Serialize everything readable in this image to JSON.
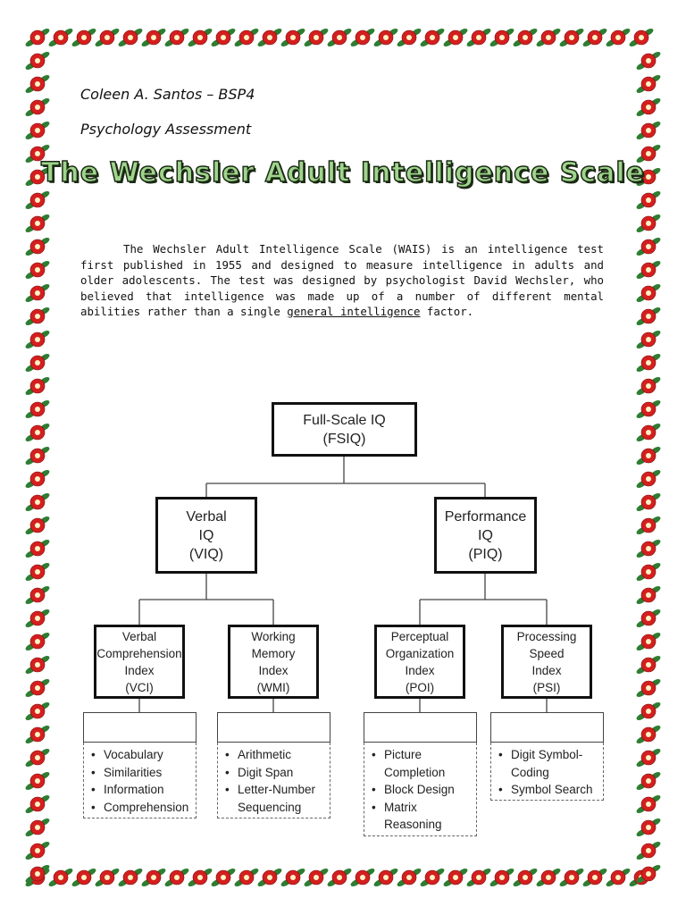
{
  "header": {
    "author": "Coleen A. Santos – BSP4",
    "course": "Psychology Assessment"
  },
  "title": "The Wechsler Adult Intelligence Scale",
  "paragraph": {
    "text_before": "The Wechsler Adult Intelligence Scale (WAIS) is an intelligence test first published in 1955 and designed to measure intelligence in adults and older adolescents. The test was designed by psychologist David Wechsler, who believed that intelligence was made up of a number of different mental abilities rather than a single ",
    "link_text": "general intelligence",
    "text_after": " factor."
  },
  "diagram": {
    "root": {
      "line1": "Full-Scale IQ",
      "line2": "(FSIQ)"
    },
    "verbal": {
      "line1": "Verbal",
      "line2": "IQ",
      "line3": "(VIQ)"
    },
    "performance": {
      "line1": "Performance",
      "line2": "IQ",
      "line3": "(PIQ)"
    },
    "vci": {
      "line1": "Verbal",
      "line2": "Comprehension",
      "line3": "Index",
      "line4": "(VCI)"
    },
    "wmi": {
      "line1": "Working",
      "line2": "Memory",
      "line3": "Index",
      "line4": "(WMI)"
    },
    "poi": {
      "line1": "Perceptual",
      "line2": "Organization",
      "line3": "Index",
      "line4": "(POI)"
    },
    "psi": {
      "line1": "Processing",
      "line2": "Speed",
      "line3": "Index",
      "line4": "(PSI)"
    },
    "vci_items": [
      "Vocabulary",
      "Similarities",
      "Information",
      "Comprehension"
    ],
    "wmi_items": [
      "Arithmetic",
      "Digit Span",
      "Letter-Number",
      "Sequencing"
    ],
    "poi_items": [
      "Picture",
      "Completion",
      "Block Design",
      "Matrix",
      "Reasoning"
    ],
    "psi_items": [
      "Digit Symbol-",
      "Coding",
      "Symbol Search"
    ]
  },
  "colors": {
    "border_flower": "#d41f1f",
    "border_leaf": "#2e7d32",
    "title_fill": "#9fd48c"
  }
}
